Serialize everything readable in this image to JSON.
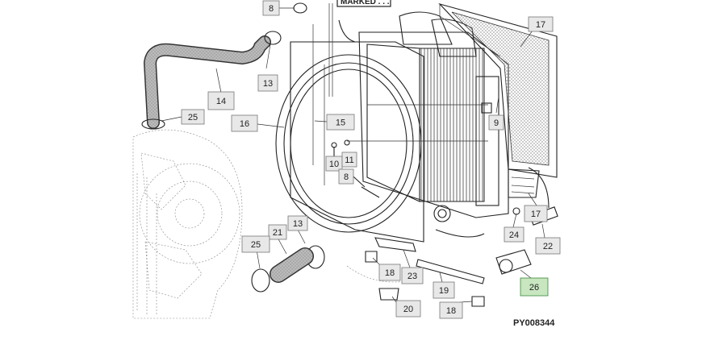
{
  "diagram": {
    "id_label": "PY008344",
    "marked_label": "MARKED . . .",
    "highlight_color": "#c8e6c0",
    "callout_fill": "#e8e8e8",
    "callouts": [
      {
        "label": "8"
      },
      {
        "label": "13"
      },
      {
        "label": "14"
      },
      {
        "label": "25"
      },
      {
        "label": "16"
      },
      {
        "label": "15"
      },
      {
        "label": "10"
      },
      {
        "label": "11"
      },
      {
        "label": "8"
      },
      {
        "label": "17"
      },
      {
        "label": "9"
      },
      {
        "label": "17"
      },
      {
        "label": "24"
      },
      {
        "label": "22"
      },
      {
        "label": "26"
      },
      {
        "label": "13"
      },
      {
        "label": "21"
      },
      {
        "label": "25"
      },
      {
        "label": "18"
      },
      {
        "label": "23"
      },
      {
        "label": "19"
      },
      {
        "label": "20"
      },
      {
        "label": "18"
      }
    ]
  }
}
